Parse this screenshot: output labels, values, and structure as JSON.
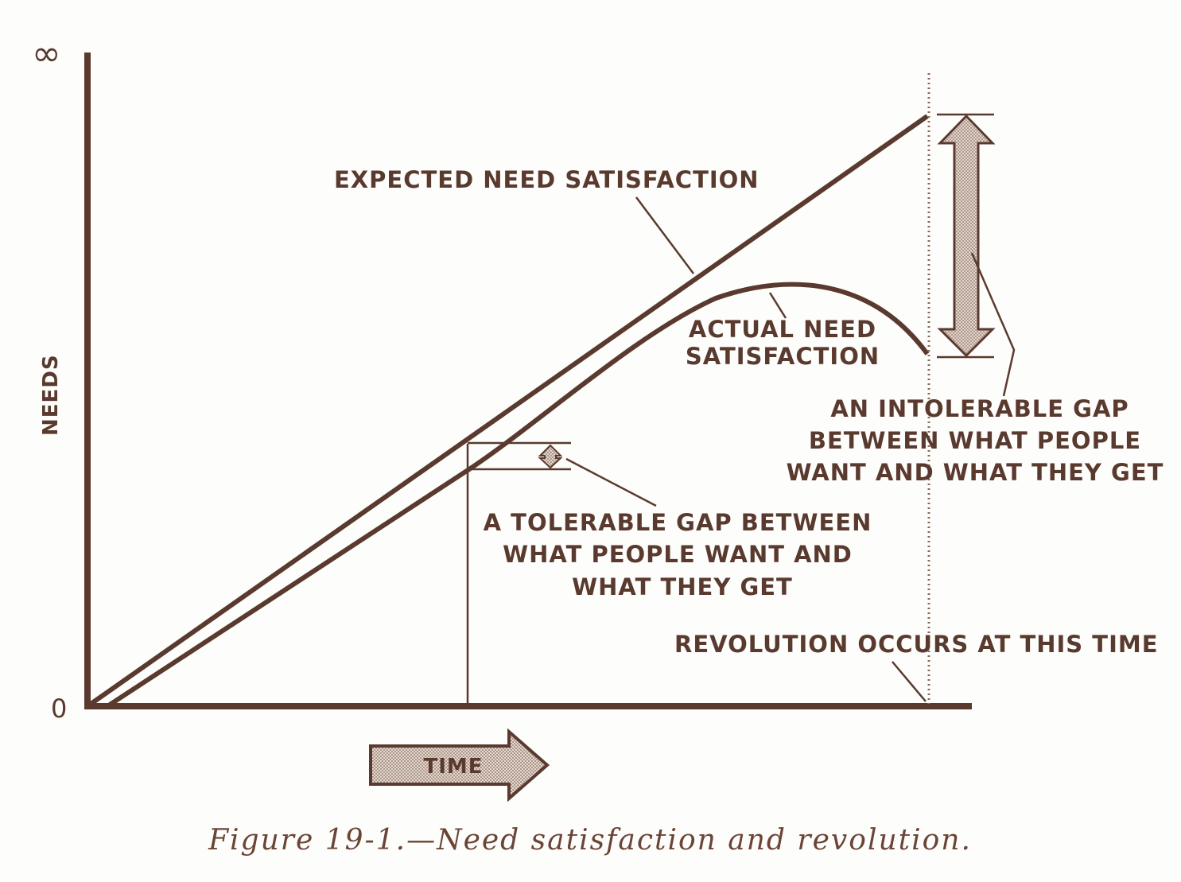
{
  "colors": {
    "ink": "#5a3a2e",
    "shade": "#c9b9ae"
  },
  "axes": {
    "y_label": "NEEDS",
    "y_top": "∞",
    "origin": "0",
    "x_label": "TIME"
  },
  "labels": {
    "expected": "EXPECTED NEED SATISFACTION",
    "actual_lines": [
      "ACTUAL NEED",
      "SATISFACTION"
    ],
    "tolerable_lines": [
      "A TOLERABLE GAP BETWEEN",
      "WHAT PEOPLE WANT AND",
      "WHAT THEY GET"
    ],
    "intolerable_lines": [
      "AN INTOLERABLE GAP",
      "BETWEEN WHAT PEOPLE",
      "WANT AND WHAT THEY GET"
    ],
    "revolution": "REVOLUTION OCCURS AT THIS TIME"
  },
  "caption": "Figure 19-1.—Need satisfaction and revolution."
}
